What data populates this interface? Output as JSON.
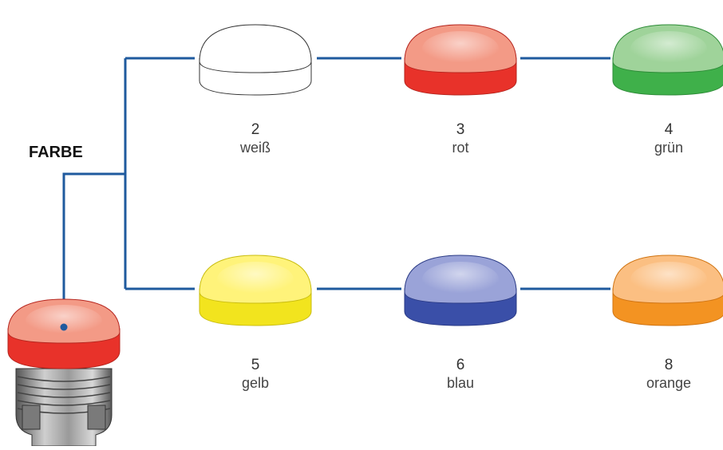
{
  "title": "FARBE",
  "colors": [
    {
      "number": "2",
      "name": "weiß",
      "top": "#ffffff",
      "side": "#ffffff",
      "highlight": "#ffffff",
      "outline": "#333333"
    },
    {
      "number": "3",
      "name": "rot",
      "top": "#f39a86",
      "side": "#e8322a",
      "highlight": "#fbc7b8",
      "outline": "#b5251e"
    },
    {
      "number": "4",
      "name": "grün",
      "top": "#9fd39a",
      "side": "#3fb04a",
      "highlight": "#d3ecd0",
      "outline": "#2e8c38"
    },
    {
      "number": "5",
      "name": "gelb",
      "top": "#fff37a",
      "side": "#f2e41e",
      "highlight": "#fffbd0",
      "outline": "#c9bd10"
    },
    {
      "number": "6",
      "name": "blau",
      "top": "#9aa3d8",
      "side": "#3a4fa8",
      "highlight": "#c6cbec",
      "outline": "#2b3b85"
    },
    {
      "number": "8",
      "name": "orange",
      "top": "#fbbf82",
      "side": "#f39322",
      "highlight": "#fde0c2",
      "outline": "#d07412"
    }
  ],
  "line_color": "#1f5a9e",
  "sample_button": {
    "top": "#f39a86",
    "side": "#e8322a",
    "base": "#8a8a8a"
  }
}
